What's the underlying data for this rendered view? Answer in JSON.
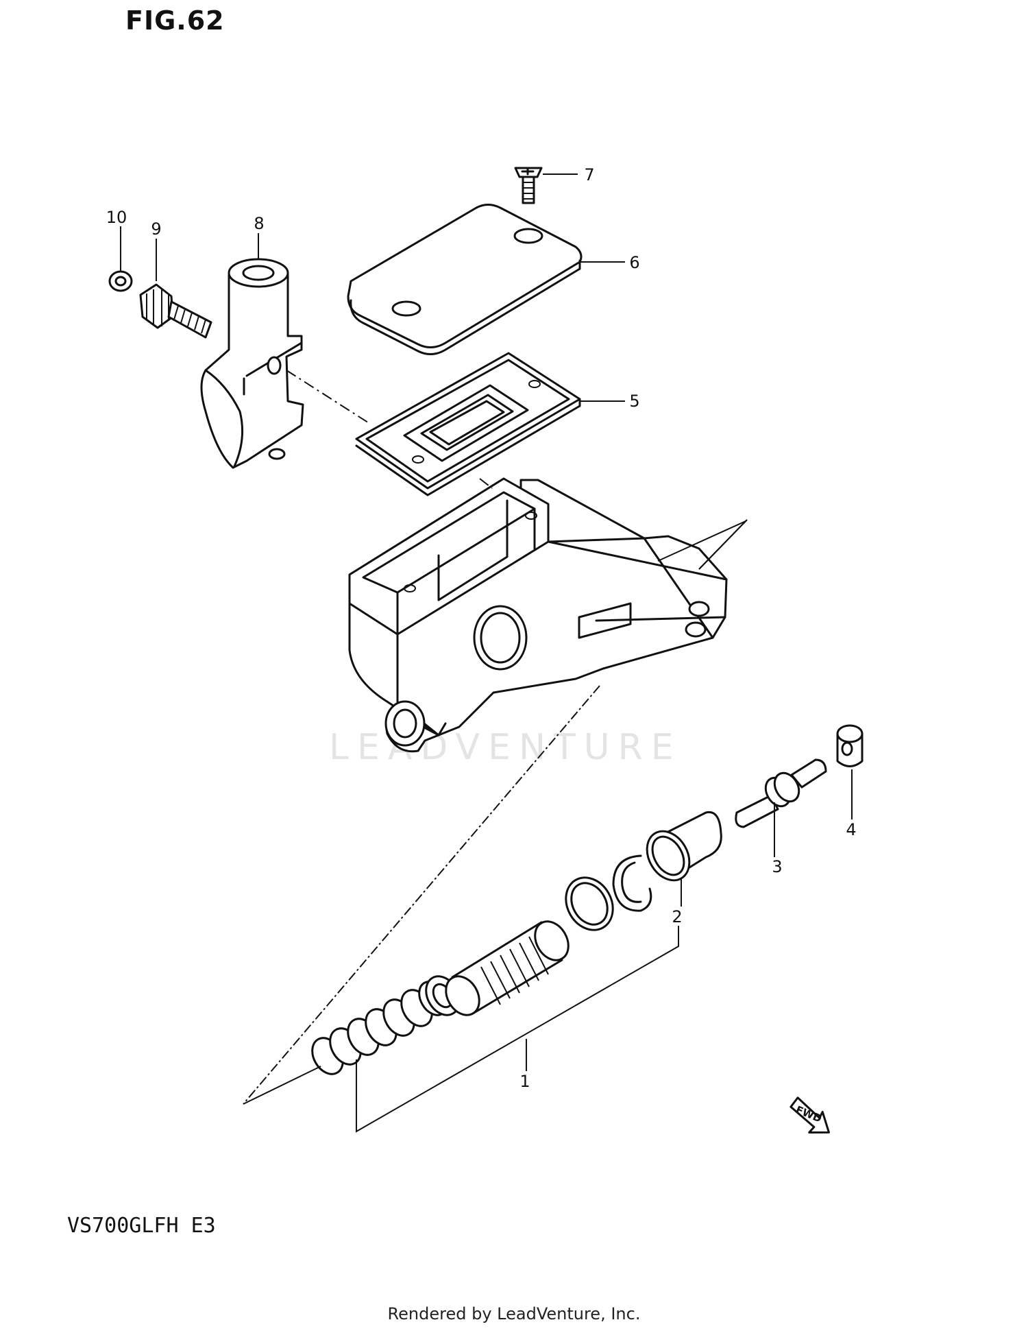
{
  "figure": {
    "title": "FIG.62",
    "model_code": "VS700GLFH  E3",
    "credit": "Rendered by LeadVenture, Inc.",
    "watermark": "LEADVENTURE",
    "direction_marker": "FWD"
  },
  "callouts": [
    {
      "number": "1",
      "part_icon": "piston-kit-icon"
    },
    {
      "number": "2",
      "part_icon": "dust-boot-icon"
    },
    {
      "number": "3",
      "part_icon": "push-rod-icon"
    },
    {
      "number": "4",
      "part_icon": "rod-end-icon"
    },
    {
      "number": "5",
      "part_icon": "reservoir-diaphragm-icon"
    },
    {
      "number": "6",
      "part_icon": "reservoir-cap-icon"
    },
    {
      "number": "7",
      "part_icon": "cap-screw-icon"
    },
    {
      "number": "8",
      "part_icon": "clamp-bracket-icon"
    },
    {
      "number": "9",
      "part_icon": "clamp-bolt-icon"
    },
    {
      "number": "10",
      "part_icon": "washer-icon"
    }
  ],
  "colors": {
    "line": "#111111",
    "background": "#ffffff",
    "watermark": "#e4e4e4"
  }
}
